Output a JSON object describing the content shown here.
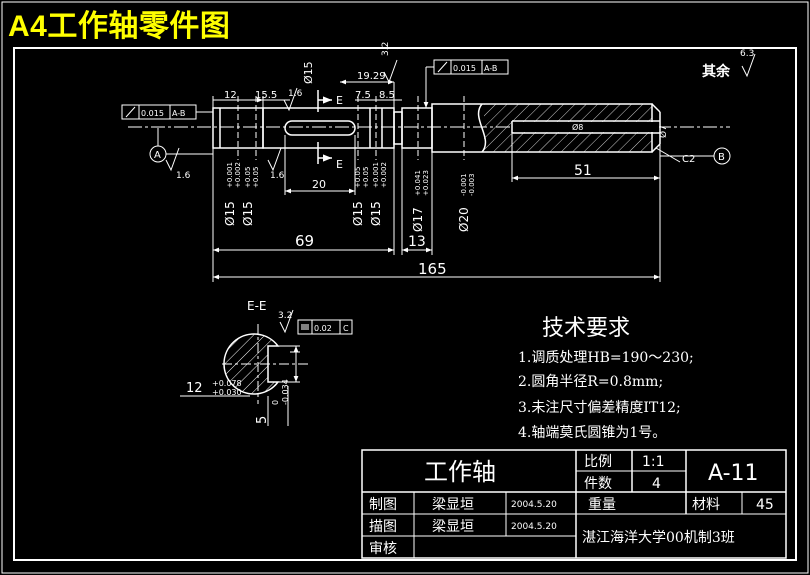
{
  "title": "A4工作轴零件图",
  "colors": {
    "background": "#000000",
    "lines": "#ffffff",
    "title": "#ffff00"
  },
  "roughness": {
    "other": "其余",
    "other_value": "6.3",
    "r1": "3.2",
    "r2": "3.2",
    "r3": "1.6",
    "r4": "1.6",
    "r5": "1.6",
    "r6": "3.2"
  },
  "tolerance_frames": {
    "left": {
      "value": "0.015",
      "datum": "A-B"
    },
    "right": {
      "value": "0.015",
      "datum": "A-B"
    },
    "section": {
      "value": "0.02",
      "datum": "C"
    }
  },
  "datums": {
    "a": "A",
    "b": "B"
  },
  "section_marks": {
    "top": "E",
    "bottom": "E",
    "view_label": "E-E"
  },
  "dims": {
    "d12": "12",
    "d15_5": "15.5",
    "d19_29": "19.29",
    "d7_5": "7.5",
    "d8_5": "8.5",
    "phi15_top": "Ø15",
    "d20": "20",
    "d69": "69",
    "d13": "13",
    "d165": "165",
    "d51": "51",
    "c2": "C2",
    "phi7": "Ø7",
    "phi8": "Ø8",
    "phi15_a": {
      "main": "Ø15",
      "up": "+0.001",
      "low": "+0.002"
    },
    "phi15_b": {
      "main": "Ø15",
      "up": "+0.05",
      "low": "+0.05"
    },
    "phi15_c": {
      "main": "Ø15",
      "up": "+0.05",
      "low": "+0.05"
    },
    "phi15_d": {
      "main": "Ø15",
      "up": "+0.001",
      "low": "+0.002"
    },
    "phi17": {
      "main": "Ø17",
      "up": "+0.041",
      "low": "+0.023"
    },
    "phi20": {
      "main": "Ø20",
      "up": "-0.001",
      "low": "-0.003"
    },
    "key_width": {
      "main": "12",
      "up": "+0.078",
      "low": "+0.030"
    },
    "key_depth": {
      "main": "5",
      "up": "0",
      "low": "-0.034"
    }
  },
  "tech": {
    "title": "技术要求",
    "items": [
      "1.调质处理HB=190～230;",
      "2.圆角半径R=0.8mm;",
      "3.未注尺寸偏差精度IT12;",
      "4.轴端莫氏圆锥为1号。"
    ]
  },
  "title_block": {
    "part_name": "工作轴",
    "scale_label": "比例",
    "scale_value": "1:1",
    "qty_label": "件数",
    "qty_value": "4",
    "drawing_no": "A-11",
    "weight_label": "重量",
    "material_label": "材料",
    "material_value": "45",
    "rows": [
      {
        "role": "制图",
        "name": "梁显垣",
        "date": "2004.5.20"
      },
      {
        "role": "描图",
        "name": "梁显垣",
        "date": "2004.5.20"
      },
      {
        "role": "审核",
        "name": "",
        "date": ""
      }
    ],
    "organization": "湛江海洋大学00机制3班"
  }
}
